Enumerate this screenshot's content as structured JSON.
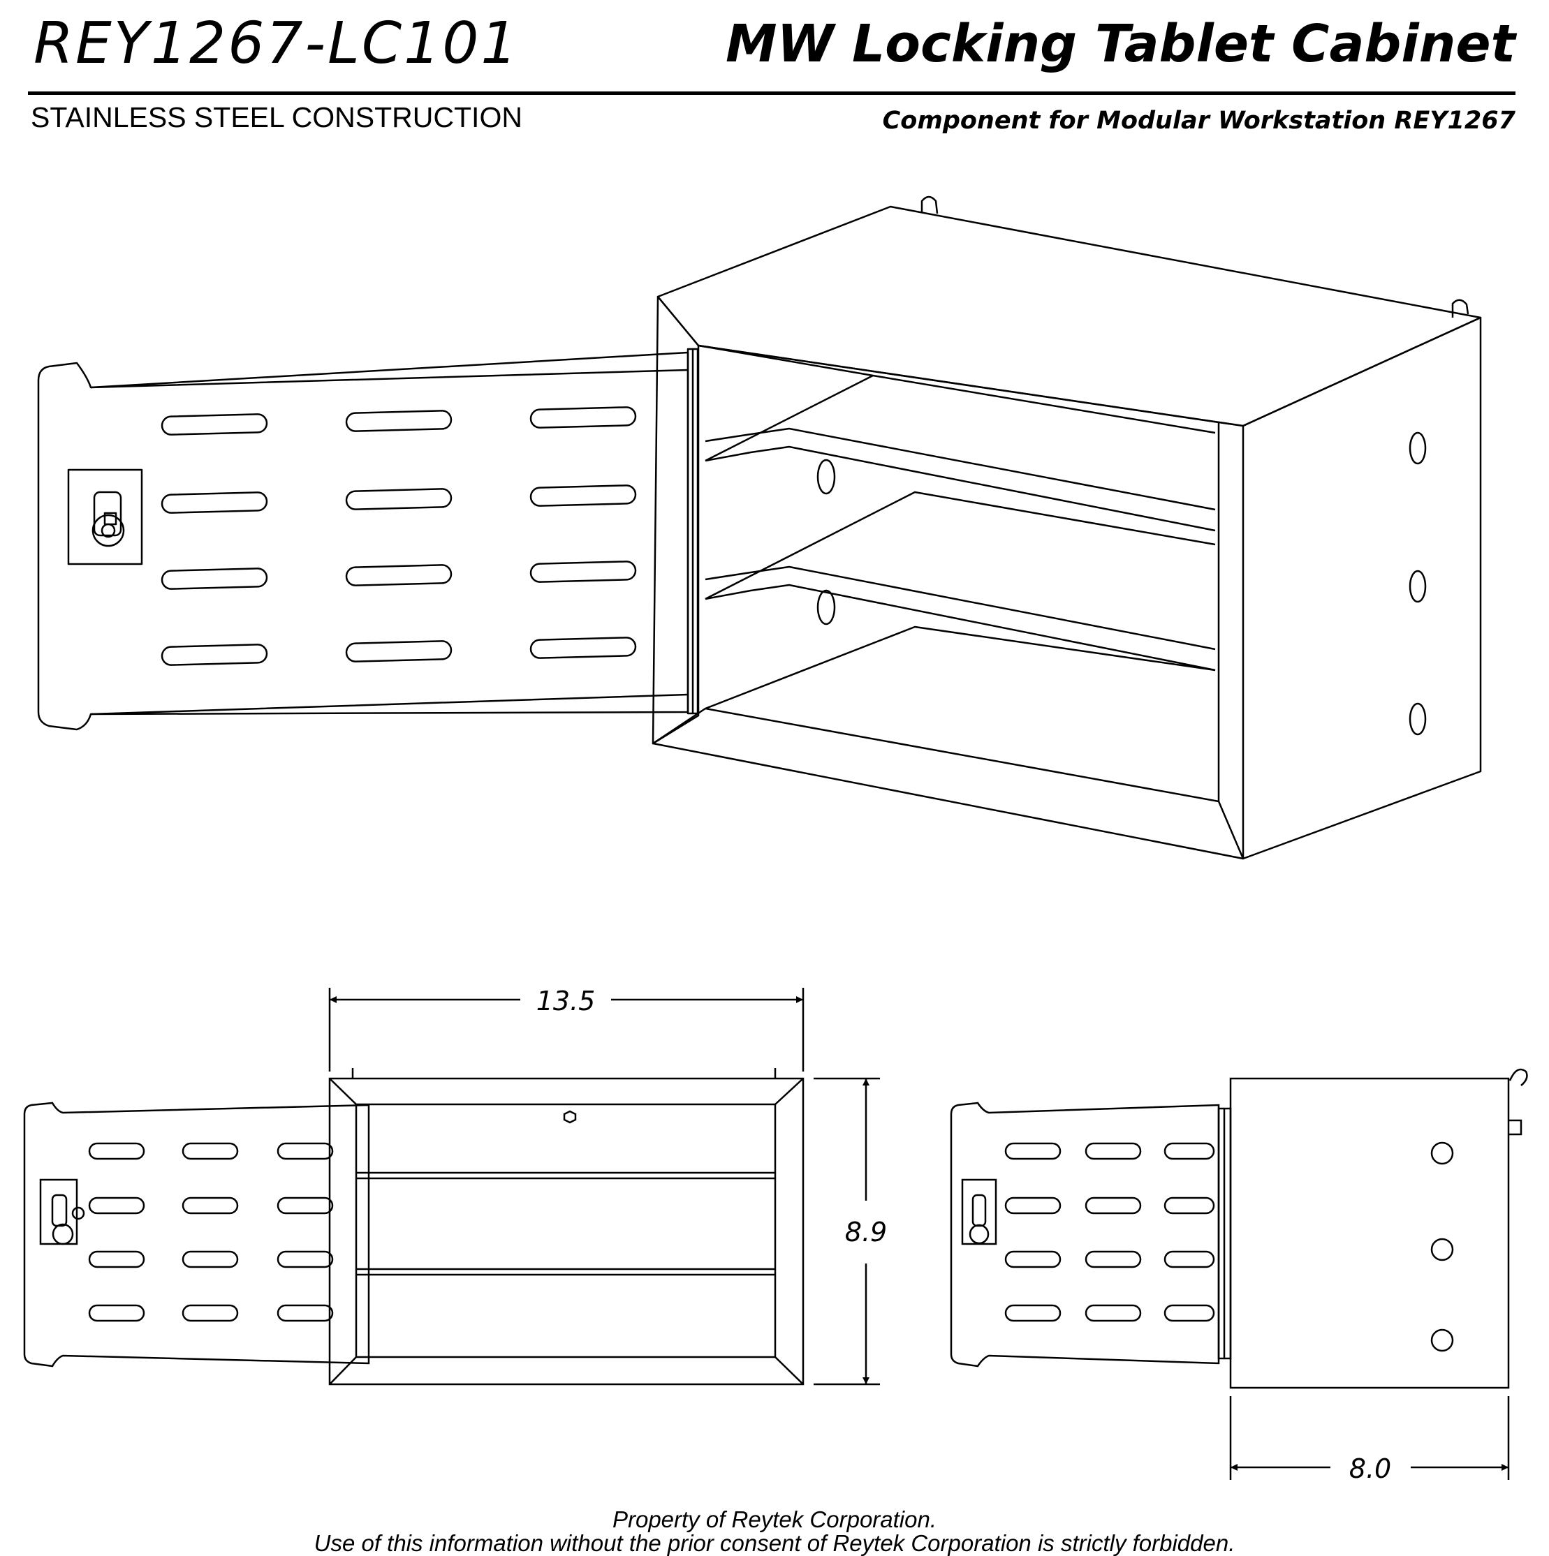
{
  "header": {
    "part_number": "REY1267-LC101",
    "title": "MW Locking Tablet Cabinet",
    "subtitle": "STAINLESS STEEL CONSTRUCTION",
    "component_note": "Component for Modular Workstation REY1267"
  },
  "dimensions": {
    "width": "13.5",
    "height": "8.9",
    "depth": "8.0"
  },
  "footer": {
    "line1": "Property of Reytek Corporation.",
    "line2": "Use of this information without the prior consent of Reytek Corporation is strictly forbidden."
  }
}
